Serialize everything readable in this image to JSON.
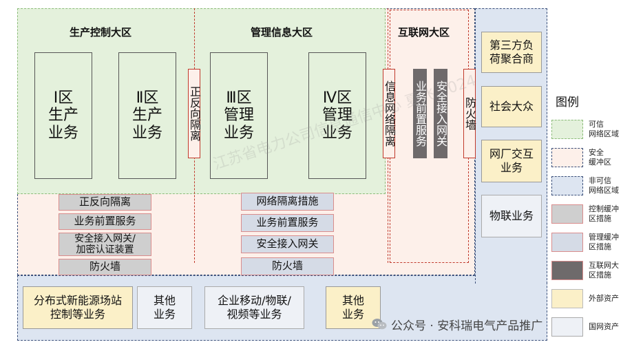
{
  "zones": {
    "production_control": {
      "title": "生产控制大区",
      "zone1": [
        "Ⅰ区",
        "生产",
        "业务"
      ],
      "zone2": [
        "Ⅱ区",
        "生产",
        "业务"
      ]
    },
    "management_info": {
      "title": "管理信息大区",
      "zone3": [
        "Ⅲ区",
        "管理",
        "业务"
      ],
      "zone4": [
        "Ⅳ区",
        "管理",
        "业务"
      ]
    },
    "internet": {
      "title": "互联网大区",
      "info_isolation": "信息网络隔离",
      "front_service": "业务前置服务",
      "access_gateway": "安全接入网关",
      "firewall": "防火墙"
    }
  },
  "forward_reverse_isolation": "正反向隔离",
  "control_buffer_measures": [
    "正反向隔离",
    "业务前置服务",
    "安全接入网关/\n加密认证装置",
    "防火墙"
  ],
  "mgmt_buffer_measures": [
    "网络隔离措施",
    "业务前置服务",
    "安全接入网关",
    "防火墙"
  ],
  "external_assets": {
    "third_party": "第三方负\n荷聚合商",
    "public": "社会大众",
    "plant_interaction": "网厂交互\n业务",
    "iot": "物联业务"
  },
  "bottom_assets": {
    "distributed_energy": "分布式新能源场站\n控制等业务",
    "other1": "其他\n业务",
    "enterprise_mobile": "企业移动/物联/\n视频等业务",
    "other2": "其他\n业务"
  },
  "legend": {
    "title": "图例",
    "items": [
      {
        "label": "可信\n网络区域",
        "color": "#e4f1dc",
        "border": "#8cbc7a",
        "dashed": true
      },
      {
        "label": "安全\n缓冲区",
        "color": "#fdf0ea",
        "border": "#3a4f7a",
        "dashed": true
      },
      {
        "label": "非可信\n网络区域",
        "color": "#dde5f1",
        "border": "#3a4f7a",
        "dashed": true
      },
      {
        "label": "控制缓冲\n区措施",
        "color": "#cfcfcf",
        "border": "#d98c8c",
        "dashed": false
      },
      {
        "label": "管理缓冲\n区措施",
        "color": "#d5dbe6",
        "border": "#d98c8c",
        "dashed": false
      },
      {
        "label": "互联网大\n区措施",
        "color": "#6e6a6b",
        "border": "#d98c8c",
        "dashed": false
      },
      {
        "label": "外部资产",
        "color": "#fbf0c8",
        "border": "#bbbbbb",
        "dashed": false
      },
      {
        "label": "国网资产",
        "color": "#eef1f6",
        "border": "#aaaaaa",
        "dashed": false
      }
    ]
  },
  "footer_brand": "公众号 · 安科瑞电气产品推广",
  "watermark_text": "江苏省电力公司信息通信中心 夏飞 2024",
  "colors": {
    "trusted": "#e4f1dc",
    "buffer": "#fdf0ea",
    "untrusted": "#dde5f1",
    "red_dash": "#c0392b",
    "navy_dash": "#3a4f7a"
  }
}
